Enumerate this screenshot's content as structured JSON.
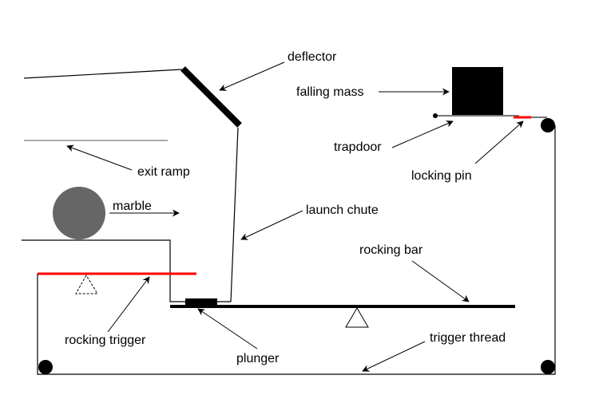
{
  "title": "Marble launcher mechanism diagram",
  "labels": {
    "deflector": "deflector",
    "falling_mass": "falling mass",
    "trapdoor": "trapdoor",
    "locking_pin": "locking pin",
    "exit_ramp": "exit ramp",
    "marble": "marble",
    "launch_chute": "launch chute",
    "rocking_bar": "rocking bar",
    "rocking_trigger": "rocking trigger",
    "plunger": "plunger",
    "trigger_thread": "trigger thread"
  },
  "colors": {
    "line": "#000000",
    "gray_line": "#777777",
    "marble": "#666666",
    "red": "#ff0000",
    "background": "#ffffff"
  }
}
